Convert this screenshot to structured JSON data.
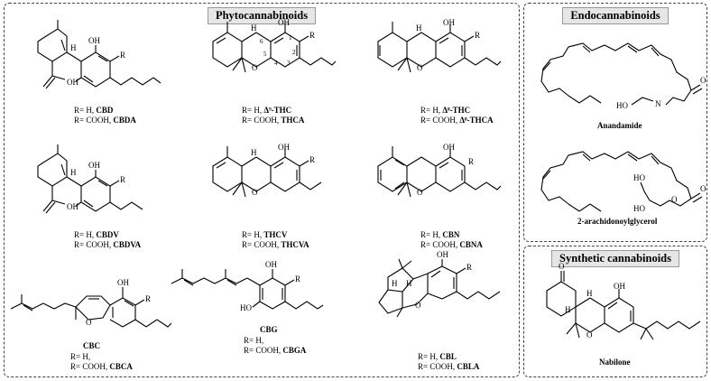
{
  "panels": {
    "phyto_title": "Phytocannabinoids",
    "endo_title": "Endocannabinoids",
    "synthetic_title": "Synthetic cannabinoids"
  },
  "compounds": [
    {
      "id": "cbd",
      "line1": "R= H,",
      "name1": "CBD",
      "line2": "R= COOH,",
      "name2": "CBDA"
    },
    {
      "id": "d9thc",
      "line1": "R= H,",
      "name1": "Δ⁹-THC",
      "line2": "R= COOH,",
      "name2": "THCA"
    },
    {
      "id": "d8thc",
      "line1": "R= H,",
      "name1": "Δ⁸-THC",
      "line2": "R= COOH,",
      "name2": "Δ⁸-THCA"
    },
    {
      "id": "cbdv",
      "line1": "R= H,",
      "name1": "CBDV",
      "line2": "R= COOH,",
      "name2": "CBDVA"
    },
    {
      "id": "thcv",
      "line1": "R= H,",
      "name1": "THCV",
      "line2": "R= COOH,",
      "name2": "THCVA"
    },
    {
      "id": "cbn",
      "line1": "R= H,",
      "name1": "CBN",
      "line2": "R= COOH,",
      "name2": "CBNA"
    },
    {
      "id": "cbc",
      "label": "CBC",
      "line1": "R= H,",
      "name1": "",
      "line2": "R= COOH,",
      "name2": "CBCA"
    },
    {
      "id": "cbg",
      "label": "CBG",
      "line1": "R= H,",
      "name1": "",
      "line2": "R= COOH,",
      "name2": "CBGA"
    },
    {
      "id": "cbl",
      "line1": "R= H,",
      "name1": "CBL",
      "line2": "R= COOH,",
      "name2": "CBLA"
    }
  ],
  "endo": {
    "anandamide": "Anandamide",
    "ag": "2-arachidonoylglycerol"
  },
  "synthetic": {
    "nabilone": "Nabilone"
  },
  "atoms": {
    "oh": "OH",
    "r": "R",
    "h": "H",
    "o": "O",
    "n": "N",
    "ho": "HO"
  },
  "numbering": {
    "n1": "1",
    "n2": "2",
    "n3": "3",
    "n4": "4",
    "n5": "5",
    "n6": "6"
  }
}
